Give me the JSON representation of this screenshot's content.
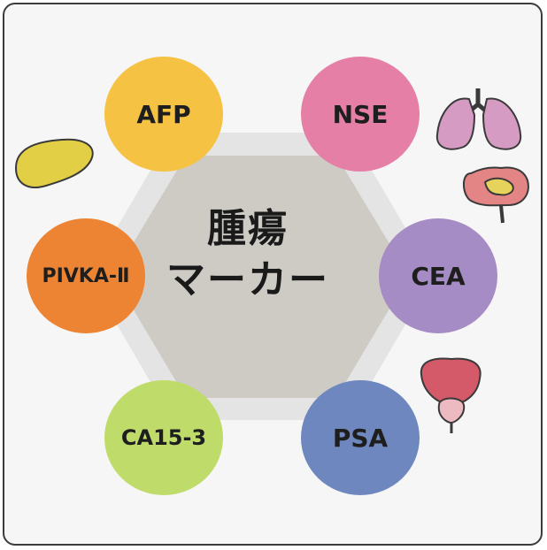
{
  "center": {
    "line1": "腫瘍",
    "line2": "マーカー"
  },
  "markers": [
    {
      "label": "AFP",
      "color": "#f5c243"
    },
    {
      "label": "NSE",
      "color": "#e57fa6"
    },
    {
      "label": "PIVKA-Ⅱ",
      "color": "#ec8433"
    },
    {
      "label": "CEA",
      "color": "#a68cc4"
    },
    {
      "label": "CA15-3",
      "color": "#bfdc6b"
    },
    {
      "label": "PSA",
      "color": "#6f87bf"
    }
  ],
  "organs": [
    "liver-icon",
    "lungs-icon",
    "intestine-icon",
    "prostate-icon"
  ],
  "colors": {
    "hex_outer": "#e4e4e4",
    "hex_inner": "#cdcbc4"
  }
}
